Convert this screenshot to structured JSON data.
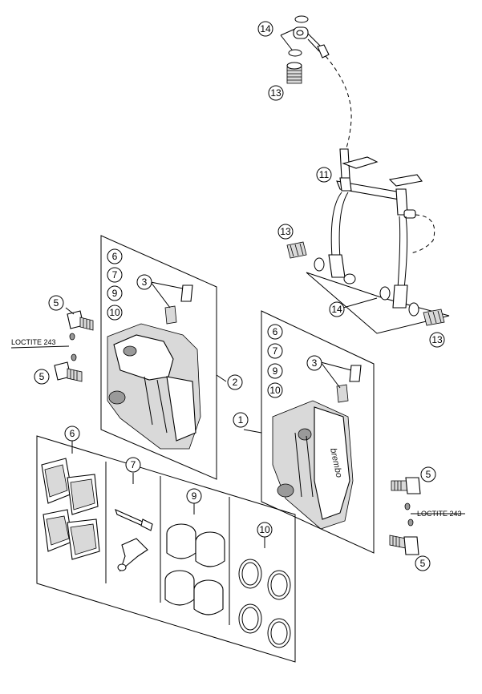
{
  "diagram": {
    "callouts": {
      "c1": "1",
      "c2": "2",
      "c3a": "3",
      "c3b": "3",
      "c5a": "5",
      "c5b": "5",
      "c5c": "5",
      "c5d": "5",
      "c6a": "6",
      "c6b": "6",
      "c6c": "6",
      "c7a": "7",
      "c7b": "7",
      "c7c": "7",
      "c9a": "9",
      "c9b": "9",
      "c9c": "9",
      "c10a": "10",
      "c10b": "10",
      "c10c": "10",
      "c11": "11",
      "c13a": "13",
      "c13b": "13",
      "c13c": "13",
      "c14a": "14",
      "c14b": "14"
    },
    "notes": {
      "loctite_left": "LOCTITE 243",
      "loctite_right": "LOCTITE 243"
    },
    "caliper_logo": "brembo"
  }
}
